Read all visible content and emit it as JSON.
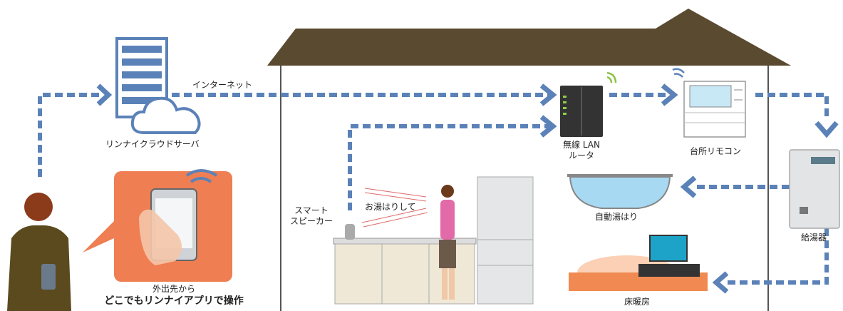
{
  "labels": {
    "internet": "インターネット",
    "cloud_server": "リンナイクラウドサーバ",
    "wireless_lan_line1": "無線 LAN",
    "wireless_lan_line2": "ルータ",
    "kitchen_remote": "台所リモコン",
    "water_heater": "給湯器",
    "auto_bath": "自動湯はり",
    "floor_heating": "床暖房",
    "smart_speaker_line1": "スマート",
    "smart_speaker_line2": "スピーカー",
    "speech": "お湯はりして",
    "caption_line1": "外出先から",
    "caption_line2": "どこでもリンナイアプリで操作"
  },
  "colors": {
    "dashed_arrow": "#5b82b8",
    "roof": "#5a4a30",
    "outline": "#555555",
    "phone_bubble": "#ef7e53",
    "floor_heat": "#f08a52",
    "bath_water": "#a7d9f2"
  }
}
